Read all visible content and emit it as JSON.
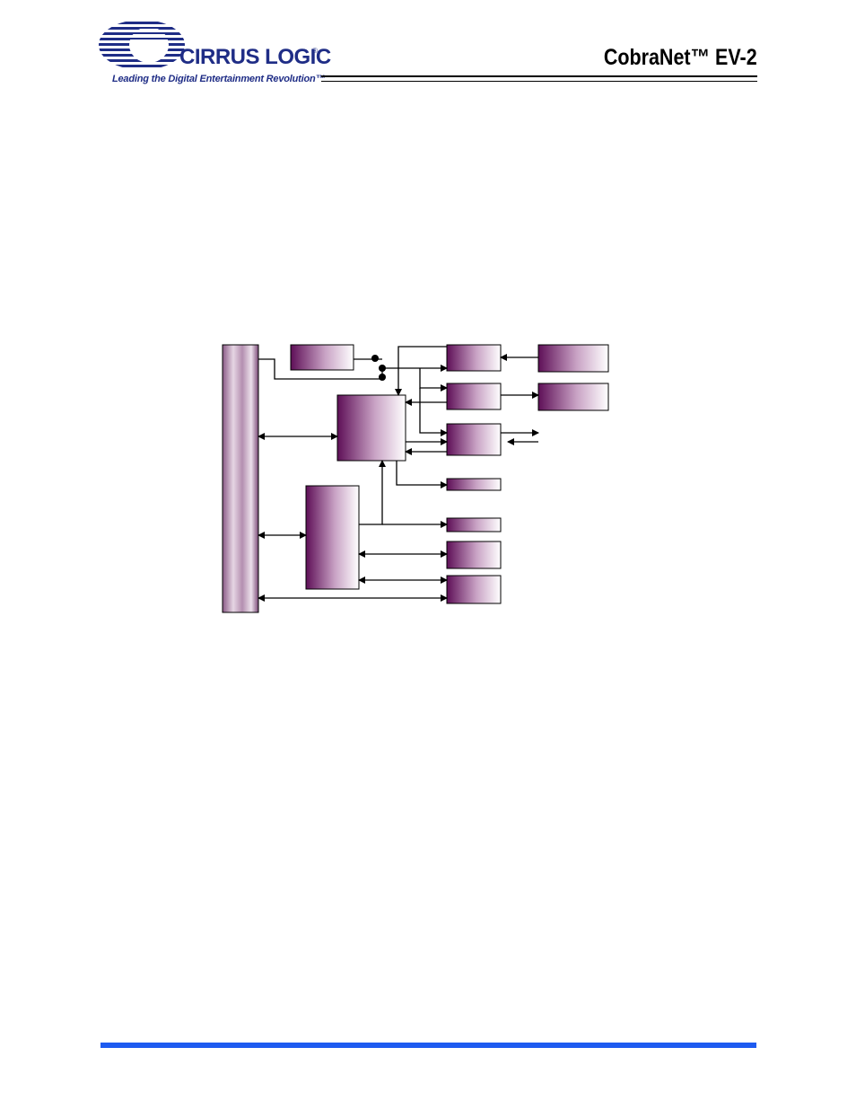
{
  "header": {
    "logo": {
      "name": "CIRRUS LOGIC",
      "registered": "®",
      "tagline": "Leading the Digital Entertainment Revolution™"
    },
    "doc_title": "CobraNet™ EV-2"
  },
  "diagram": {
    "description_icon": "block-diagram",
    "block_color": "#6a1a62",
    "line_color": "#000000"
  },
  "footer": {
    "rule_color": "#1e5bf0"
  }
}
